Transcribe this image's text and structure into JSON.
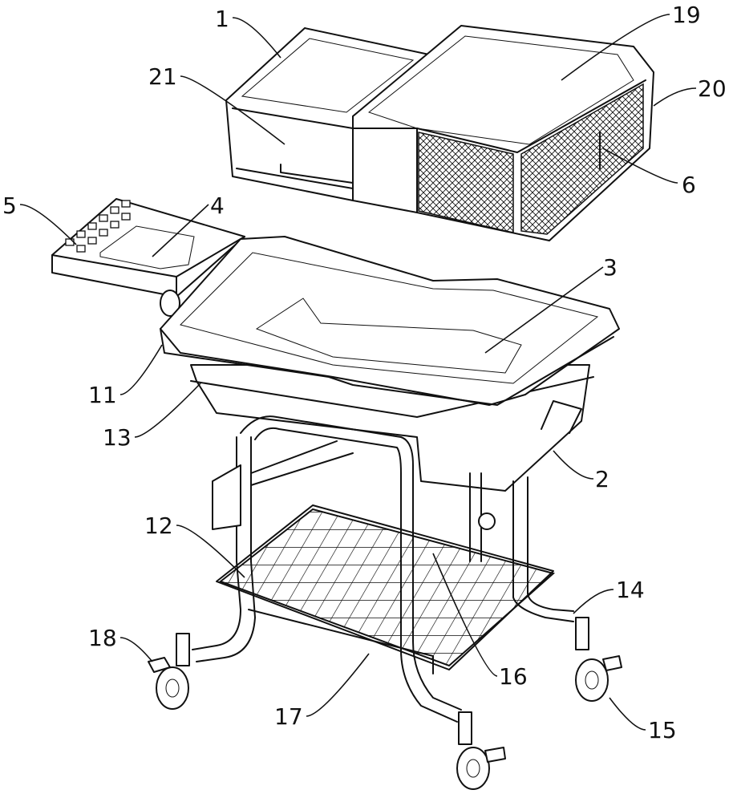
{
  "figure": {
    "labels": [
      {
        "id": "l1",
        "text": "1"
      },
      {
        "id": "l19",
        "text": "19"
      },
      {
        "id": "l20",
        "text": "20"
      },
      {
        "id": "l21",
        "text": "21"
      },
      {
        "id": "l6",
        "text": "6"
      },
      {
        "id": "l5",
        "text": "5"
      },
      {
        "id": "l4",
        "text": "4"
      },
      {
        "id": "l3",
        "text": "3"
      },
      {
        "id": "l11",
        "text": "11"
      },
      {
        "id": "l13",
        "text": "13"
      },
      {
        "id": "l2",
        "text": "2"
      },
      {
        "id": "l12",
        "text": "12"
      },
      {
        "id": "l14",
        "text": "14"
      },
      {
        "id": "l18",
        "text": "18"
      },
      {
        "id": "l16",
        "text": "16"
      },
      {
        "id": "l15",
        "text": "15"
      },
      {
        "id": "l17",
        "text": "17"
      }
    ]
  }
}
